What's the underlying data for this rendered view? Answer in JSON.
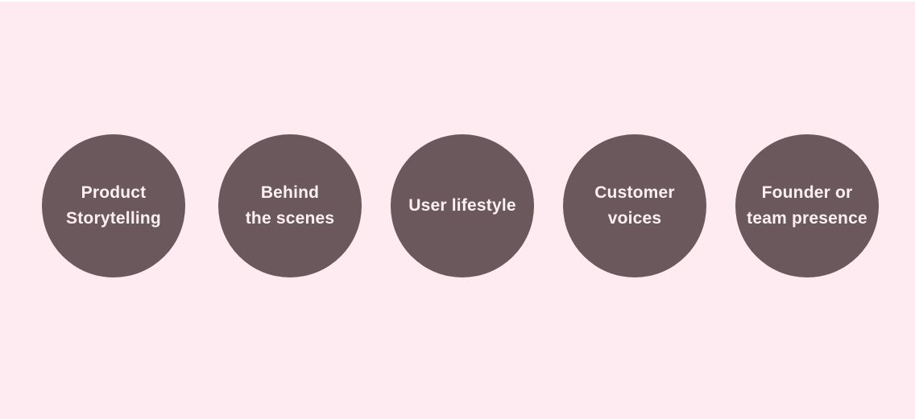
{
  "page": {
    "background": "#FDEBF1",
    "top_border_color": "#FFFFFF"
  },
  "circle_style": {
    "fill": "#6B585D",
    "text_color": "#FCF0F4"
  },
  "circles": [
    {
      "label": "Product Storytelling",
      "lines": [
        "Product",
        "Storytelling"
      ]
    },
    {
      "label": "Behind the scenes",
      "lines": [
        "Behind",
        "the scenes"
      ]
    },
    {
      "label": "User lifestyle",
      "lines": [
        "User lifestyle"
      ]
    },
    {
      "label": "Customer voices",
      "lines": [
        "Customer",
        "voices"
      ]
    },
    {
      "label": "Founder or team presence",
      "lines": [
        "Founder or",
        "team presence"
      ]
    }
  ]
}
